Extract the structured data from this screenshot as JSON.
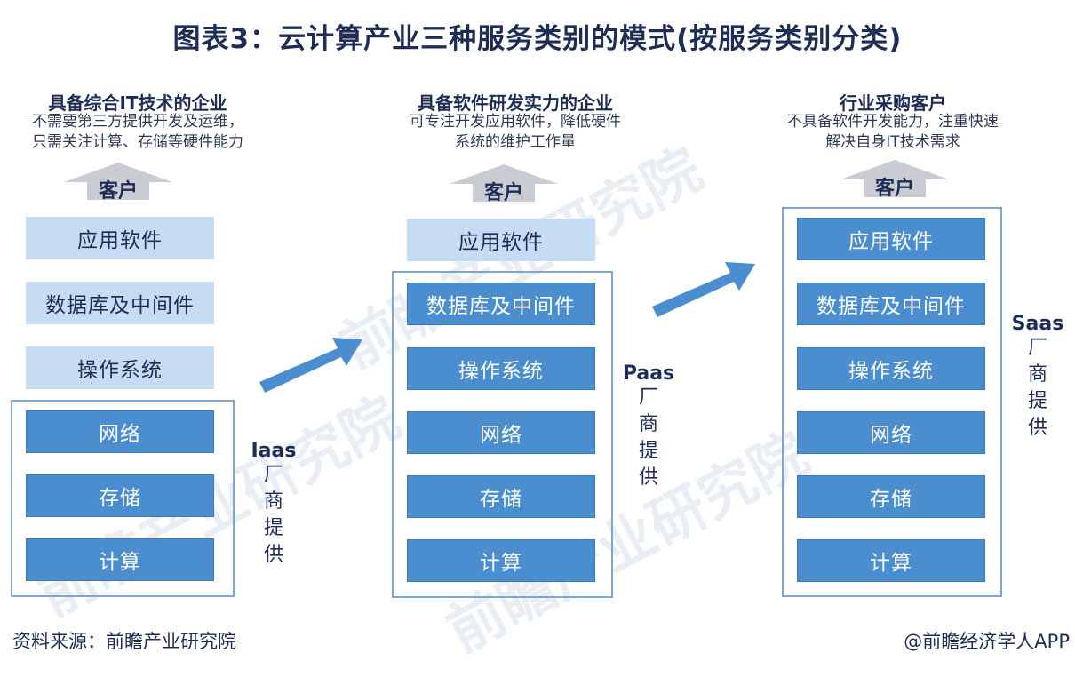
{
  "title": "图表3：云计算产业三种服务类别的模式(按服务类别分类)",
  "columns": [
    {
      "heading": "具备综合IT技术的企业",
      "desc": "不需要第三方提供开发及运维，\n只需关注计算、存储等硬件能力",
      "customer": "客户",
      "layers": [
        "应用软件",
        "数据库及中间件",
        "操作系统",
        "网络",
        "存储",
        "计算"
      ],
      "vendor": {
        "name": "Iaas",
        "chars": [
          "厂",
          "商",
          "提",
          "供"
        ]
      }
    },
    {
      "heading": "具备软件研发实力的企业",
      "desc": "可专注开发应用软件，降低硬件\n系统的维护工作量",
      "customer": "客户",
      "layers": [
        "应用软件",
        "数据库及中间件",
        "操作系统",
        "网络",
        "存储",
        "计算"
      ],
      "vendor": {
        "name": "Paas",
        "chars": [
          "厂",
          "商",
          "提",
          "供"
        ]
      }
    },
    {
      "heading": "行业采购客户",
      "desc": "不具备软件开发能力，注重快速\n解决自身IT技术需求",
      "customer": "客户",
      "layers": [
        "应用软件",
        "数据库及中间件",
        "操作系统",
        "网络",
        "存储",
        "计算"
      ],
      "vendor": {
        "name": "Saas",
        "chars": [
          "厂",
          "商",
          "提",
          "供"
        ]
      }
    }
  ],
  "footer": {
    "source": "资料来源：前瞻产业研究院",
    "credit": "@前瞻经济学人APP"
  },
  "watermarks": [
    "前瞻产业研究院",
    "前瞻产业研究院",
    "前瞻产业研究院"
  ],
  "colors": {
    "light_layer": "#c6dcf2",
    "dark_layer": "#4a8ed0",
    "frame": "#7ea6d4",
    "arrow": "#4a8ed0",
    "up_arrow": "#c9cdd3",
    "title": "#1e2d55"
  }
}
